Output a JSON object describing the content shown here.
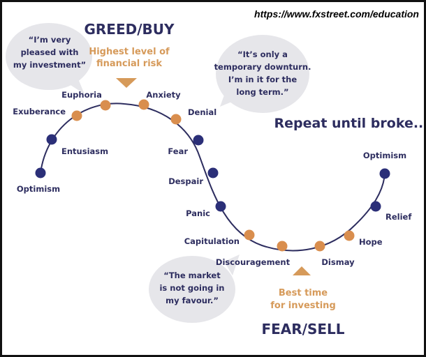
{
  "source_url": "https://www.fxstreet.com/education",
  "top_title": "GREED/BUY",
  "top_note": [
    "Highest level of",
    "financial risk"
  ],
  "bottom_title": "FEAR/SELL",
  "bottom_note": [
    "Best time",
    "for investing"
  ],
  "repeat_text": "Repeat until broke...",
  "quotes": {
    "pleased": [
      "“I’m very",
      "pleased with",
      "my investment”"
    ],
    "temporary": [
      "“It’s only a",
      "temporary downturn.",
      "I’m in it for the",
      "long term.”"
    ],
    "market": [
      "“The market",
      "is  not going in",
      "my favour.”"
    ]
  },
  "stages": [
    {
      "label": "Optimism",
      "color": "navy"
    },
    {
      "label": "Entusiasm",
      "color": "navy"
    },
    {
      "label": "Exuberance",
      "color": "orange"
    },
    {
      "label": "Euphoria",
      "color": "orange"
    },
    {
      "label": "Anxiety",
      "color": "orange"
    },
    {
      "label": "Denial",
      "color": "orange"
    },
    {
      "label": "Fear",
      "color": "navy"
    },
    {
      "label": "Despair",
      "color": "navy"
    },
    {
      "label": "Panic",
      "color": "navy"
    },
    {
      "label": "Capitulation",
      "color": "orange"
    },
    {
      "label": "Discouragement",
      "color": "orange"
    },
    {
      "label": "Dismay",
      "color": "orange"
    },
    {
      "label": "Hope",
      "color": "orange"
    },
    {
      "label": "Relief",
      "color": "navy"
    },
    {
      "label": "Optimism",
      "color": "navy"
    }
  ],
  "colors": {
    "navy": "#2b2f78",
    "orange": "#d98e4e",
    "curve": "#2d2d5f",
    "bubble": "#e6e6ea",
    "accent_text": "#d69a5a"
  }
}
